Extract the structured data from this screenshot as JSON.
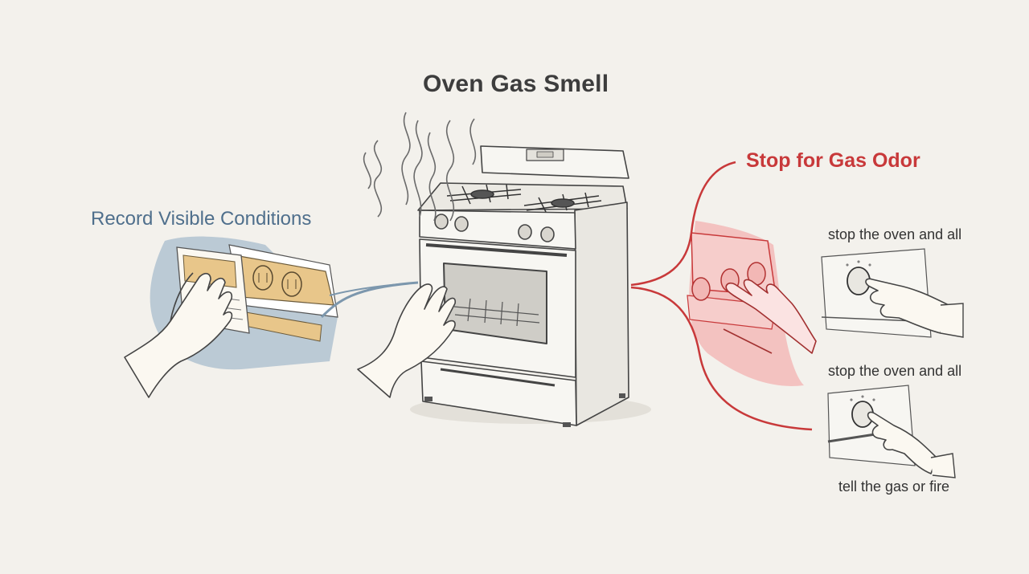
{
  "title": "Oven Gas Smell",
  "left_panel": {
    "heading": "Record Visible Conditions",
    "color": "#4f6f8c",
    "icons": [
      "note-card-icon",
      "hand-icon",
      "control-knob-icon"
    ]
  },
  "center": {
    "icons": [
      "gas-range-icon",
      "odor-waves-icon",
      "hand-icon"
    ]
  },
  "right_panel": {
    "heading": "Stop for Gas Odor",
    "color": "#c8393a",
    "steps": [
      {
        "caption": "stop the oven and all",
        "icon": "knob-turn-icon"
      },
      {
        "caption": "stop the oven and all",
        "icon": "knob-turn-icon"
      }
    ],
    "footer": "tell the gas or fire"
  },
  "colors": {
    "background": "#f3f1ec",
    "ink": "#3d3d3d",
    "blue_accent": "#a8bccd",
    "orange_accent": "#e8c68a",
    "red_accent": "#c8393a",
    "red_fill": "#f2b7b5"
  }
}
